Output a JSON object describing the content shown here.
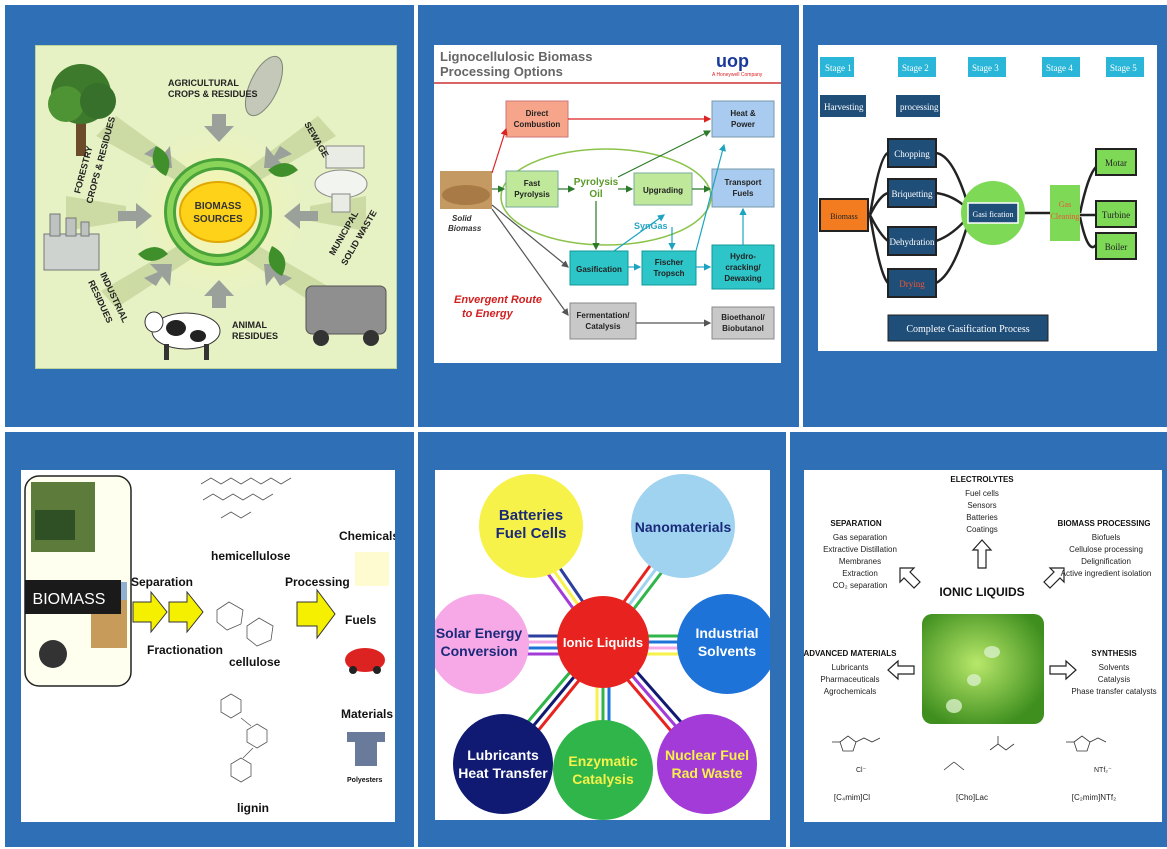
{
  "p1": {
    "center": "BIOMASS\nSOURCES",
    "center_l1": "BIOMASS",
    "center_l2": "SOURCES",
    "agri_l1": "AGRICULTURAL",
    "agri_l2": "CROPS & RESIDUES",
    "sewage": "SEWAGE",
    "forestry_l1": "FORESTRY",
    "forestry_l2": "CROPS & RESIDUES",
    "municipal_l1": "MUNICIPAL",
    "municipal_l2": "SOLID WASTE",
    "industrial_l1": "INDUSTRIAL",
    "industrial_l2": "RESIDUES",
    "animal_l1": "ANIMAL",
    "animal_l2": "RESIDUES"
  },
  "p2": {
    "title_l1": "Lignocellulosic Biomass",
    "title_l2": "Processing Options",
    "logo": "uop",
    "logo_sub": "A Honeywell Company",
    "solid_l1": "Solid",
    "solid_l2": "Biomass",
    "direct_l1": "Direct",
    "direct_l2": "Combustion",
    "fast_l1": "Fast",
    "fast_l2": "Pyrolysis",
    "pyro_l1": "Pyrolysis",
    "pyro_l2": "Oil",
    "upgrading": "Upgrading",
    "heat_l1": "Heat &",
    "heat_l2": "Power",
    "transport_l1": "Transport",
    "transport_l2": "Fuels",
    "syngas": "SynGas",
    "gasification": "Gasification",
    "fischer_l1": "Fischer",
    "fischer_l2": "Tropsch",
    "hydro_l1": "Hydro-",
    "hydro_l2": "cracking/",
    "hydro_l3": "Dewaxing",
    "ferm_l1": "Fermentation/",
    "ferm_l2": "Catalysis",
    "bio_l1": "Bioethanol/",
    "bio_l2": "Biobutanol",
    "envergent_l1": "Envergent Route",
    "envergent_l2": "to Energy"
  },
  "p3": {
    "stages": [
      "Stage 1",
      "Stage 2",
      "Stage 3",
      "Stage 4",
      "Stage 5"
    ],
    "harvesting": "Harvesting",
    "processing": "processing",
    "biomass": "Biomass",
    "chopping": "Chopping",
    "briquetting": "Briquetting",
    "dehydration": "Dehydration",
    "drying": "Drying",
    "gasification": "Gasi fication",
    "gas_l1": "Gas",
    "gas_l2": "Cleaning",
    "motor": "Motar",
    "turbine": "Turbine",
    "boiler": "Boiler",
    "footer": "Complete   Gasification  Process",
    "colors": {
      "blue_box": "#1f4e79",
      "green": "#7ed957",
      "orange": "#f47c20"
    }
  },
  "p4": {
    "biomass": "BIOMASS",
    "separation": "Separation",
    "fractionation": "Fractionation",
    "hemicellulose": "hemicellulose",
    "cellulose": "cellulose",
    "lignin": "lignin",
    "processing": "Processing",
    "chemicals": "Chemicals",
    "fuels": "Fuels",
    "materials": "Materials",
    "polyesters": "Polyesters"
  },
  "p5": {
    "center": "Ionic Liquids",
    "batteries_l1": "Batteries",
    "batteries_l2": "Fuel Cells",
    "nano": "Nanomaterials",
    "solar_l1": "Solar Energy",
    "solar_l2": "Conversion",
    "industrial_l1": "Industrial",
    "industrial_l2": "Solvents",
    "lub_l1": "Lubricants",
    "lub_l2": "Heat Transfer",
    "enz_l1": "Enzymatic",
    "enz_l2": "Catalysis",
    "nuc_l1": "Nuclear Fuel",
    "nuc_l2": "Rad Waste",
    "colors": {
      "center": "#e8231f",
      "batteries": "#f7f24a",
      "nano": "#9fd3f0",
      "solar": "#f6a9e6",
      "industrial": "#1e73d8",
      "lubricants": "#101a72",
      "enzymatic": "#2fb54a",
      "nuclear": "#a23bd8"
    }
  },
  "p6": {
    "electrolytes_title": "ELECTROLYTES",
    "electrolytes": [
      "Fuel cells",
      "Sensors",
      "Batteries",
      "Coatings"
    ],
    "separation_title": "SEPARATION",
    "separation": [
      "Gas separation",
      "Extractive Distillation",
      "Membranes",
      "Extraction",
      "CO₂ separation"
    ],
    "biomass_title": "BIOMASS PROCESSING",
    "biomass": [
      "Biofuels",
      "Cellulose processing",
      "Delignification",
      "Active ingredient isolation"
    ],
    "ionic": "IONIC LIQUIDS",
    "advanced_title": "ADVANCED MATERIALS",
    "advanced": [
      "Lubricants",
      "Pharmaceuticals",
      "Agrochemicals"
    ],
    "synthesis_title": "SYNTHESIS",
    "synthesis": [
      "Solvents",
      "Catalysis",
      "Phase transfer catalysts"
    ],
    "chem1": "[C₄mim]Cl",
    "chem2": "[Cho]Lac",
    "chem3": "[C₂mim]NTf₂",
    "cl": "Cl⁻",
    "ntf": "NTf₂⁻"
  }
}
